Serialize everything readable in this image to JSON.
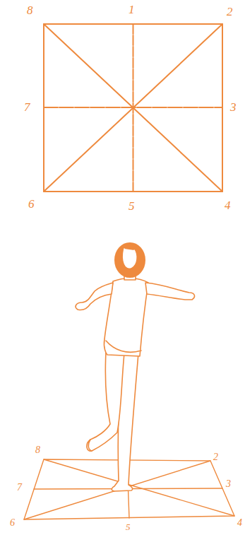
{
  "diagram": {
    "labels": [
      "8",
      "1",
      "2",
      "7",
      "3",
      "6",
      "5",
      "4",
      "8",
      "2",
      "7",
      "3",
      "6",
      "5",
      "4"
    ]
  }
}
